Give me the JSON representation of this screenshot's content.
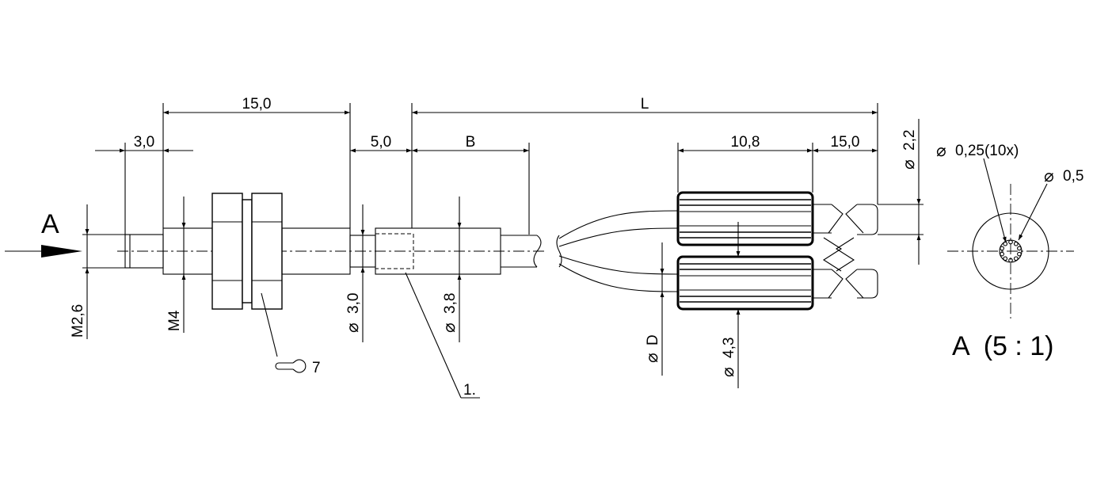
{
  "view_arrow_label": "A",
  "view_title": "A  (5 : 1)",
  "diameter_symbol": "⌀",
  "dimensions": {
    "len_15_top": "15,0",
    "len_3": "3,0",
    "len_5": "5,0",
    "len_b": "B",
    "len_l": "L",
    "len_10_8": "10,8",
    "len_15_right": "15,0",
    "m2_6": "M2,6",
    "m4": "M4",
    "d3_0": "3,0",
    "d3_8": "3,8",
    "d_d": "D",
    "d4_3": "4,3",
    "d2_2": "2,2",
    "d0_25": "0,25(10x)",
    "d0_5": "0,5",
    "wrench": "7",
    "note_1": "1."
  }
}
